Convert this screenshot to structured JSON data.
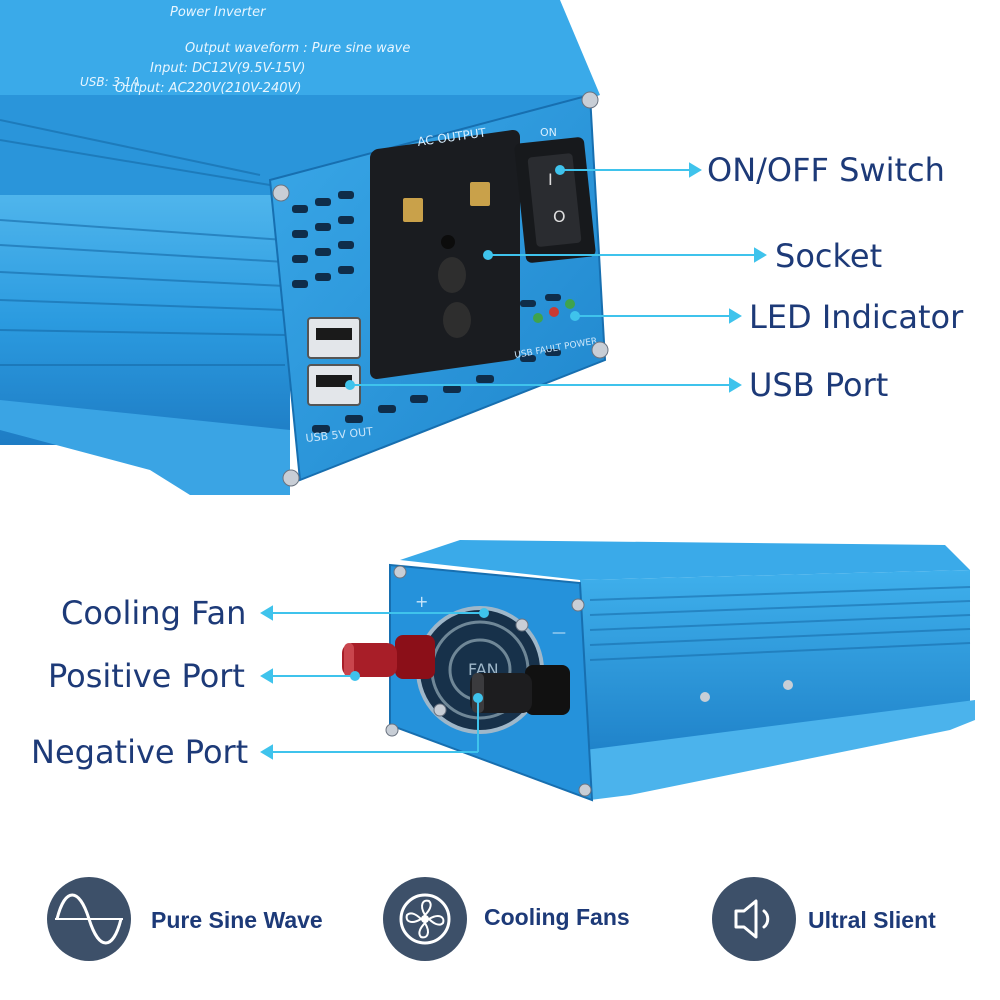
{
  "colors": {
    "label": "#1d3a78",
    "callout_line": "#3fc3ec",
    "housing_blue": "#2a9be0",
    "housing_dark": "#1b6fb0",
    "icon_circle": "#3d5069"
  },
  "panel_print": {
    "brand_line": "Power Inverter",
    "waveform": "Output waveform : Pure sine wave",
    "input": "Input: DC12V(9.5V-15V)",
    "output": "Output: AC220V(210V-240V)",
    "usb": "USB: 3.1A",
    "ac_output": "AC OUTPUT",
    "on": "ON",
    "usb_out": "USB 5V OUT",
    "led_marks": "USB FAULT POWER",
    "plus": "+",
    "minus": "—",
    "fan": "FAN"
  },
  "top_callouts": [
    {
      "label": "ON/OFF Switch"
    },
    {
      "label": "Socket"
    },
    {
      "label": "LED Indicator"
    },
    {
      "label": "USB Port"
    }
  ],
  "bottom_callouts": [
    {
      "label": "Cooling Fan"
    },
    {
      "label": "Positive Port"
    },
    {
      "label": "Negative Port"
    }
  ],
  "features": [
    {
      "icon": "sine-wave-icon",
      "label": "Pure Sine Wave"
    },
    {
      "icon": "fan-icon",
      "label": "Cooling Fans"
    },
    {
      "icon": "speaker-icon",
      "label": "Ultral Slient"
    }
  ]
}
